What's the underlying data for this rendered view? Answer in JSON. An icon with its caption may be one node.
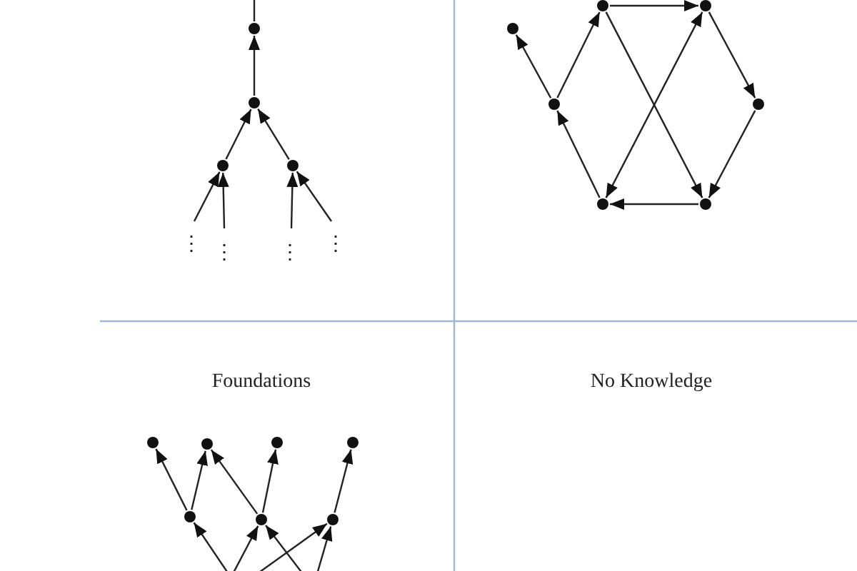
{
  "diagram": {
    "nodes": [
      {
        "text": [],
        "shape": "circle"
      },
      {
        "text": [],
        "shape": "circle"
      },
      {
        "text": [],
        "shape": "circle"
      },
      {
        "text": [],
        "shape": "circle"
      },
      {
        "text": [],
        "shape": "circle"
      },
      {
        "text": [],
        "shape": "circle"
      },
      {
        "text": [],
        "shape": "circle"
      },
      {
        "text": [],
        "shape": "circle"
      },
      {
        "text": [],
        "shape": "circle"
      },
      {
        "text": [],
        "shape": "circle"
      },
      {
        "text": [],
        "shape": "circle"
      },
      {
        "text": [],
        "shape": "circle"
      },
      {
        "text": [],
        "shape": "circle"
      },
      {
        "text": [],
        "shape": "circle"
      },
      {
        "text": [],
        "shape": "circle"
      },
      {
        "text": [],
        "shape": "circle"
      },
      {
        "text": [],
        "shape": "circle"
      },
      {
        "text": [],
        "shape": "circle"
      }
    ],
    "edges": [
      {
        "from": 0,
        "to": null,
        "arrow": "none"
      },
      {
        "from": 1,
        "to": 0,
        "arrow": "to"
      },
      {
        "from": 2,
        "to": 1,
        "arrow": "to"
      },
      {
        "from": 3,
        "to": 1,
        "arrow": "to"
      },
      {
        "from": null,
        "to": 2,
        "arrow": "to"
      },
      {
        "from": null,
        "to": 2,
        "arrow": "to"
      },
      {
        "from": null,
        "to": 3,
        "arrow": "to"
      },
      {
        "from": null,
        "to": 3,
        "arrow": "to"
      },
      {
        "from": 4,
        "to": 5,
        "arrow": "to"
      },
      {
        "from": 7,
        "to": 6,
        "arrow": "to"
      },
      {
        "from": 7,
        "to": 4,
        "arrow": "to"
      },
      {
        "from": 9,
        "to": 7,
        "arrow": "to"
      },
      {
        "from": 10,
        "to": 9,
        "arrow": "to"
      },
      {
        "from": 5,
        "to": 8,
        "arrow": "to"
      },
      {
        "from": 8,
        "to": 10,
        "arrow": "to"
      },
      {
        "from": 4,
        "to": 10,
        "arrow": "to"
      },
      {
        "from": 5,
        "to": 9,
        "arrow": "both"
      },
      {
        "from": 15,
        "to": 11,
        "arrow": "to"
      },
      {
        "from": 15,
        "to": 12,
        "arrow": "to"
      },
      {
        "from": 16,
        "to": 12,
        "arrow": "to"
      },
      {
        "from": 16,
        "to": 13,
        "arrow": "to"
      },
      {
        "from": 17,
        "to": 14,
        "arrow": "to"
      },
      {
        "from": null,
        "to": 15,
        "arrow": "to"
      },
      {
        "from": null,
        "to": 16,
        "arrow": "to"
      },
      {
        "from": null,
        "to": 16,
        "arrow": "to"
      },
      {
        "from": null,
        "to": 17,
        "arrow": "to"
      },
      {
        "from": null,
        "to": 17,
        "arrow": "to"
      }
    ],
    "labels": [
      "⋮",
      "⋮",
      "⋮",
      "⋮",
      "Foundations",
      "No Knowledge"
    ]
  }
}
